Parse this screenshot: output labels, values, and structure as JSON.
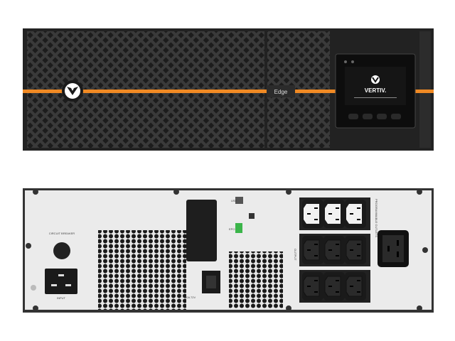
{
  "front": {
    "model_label": "Edge",
    "brand": "VERTIV.",
    "accent_color": "#f08a24",
    "display_buttons": 4
  },
  "rear": {
    "breaker_label": "CIRCUIT BREAKER",
    "input_label": "INPUT",
    "usb_label": "USB",
    "epo_label": "EPO",
    "battery_label": "50A 72V",
    "output_label": "OUTPUT",
    "programmable_label": "PROGRAMMABLE OUTLETS",
    "outlets_c13": 9,
    "outlets_c19": 1
  }
}
